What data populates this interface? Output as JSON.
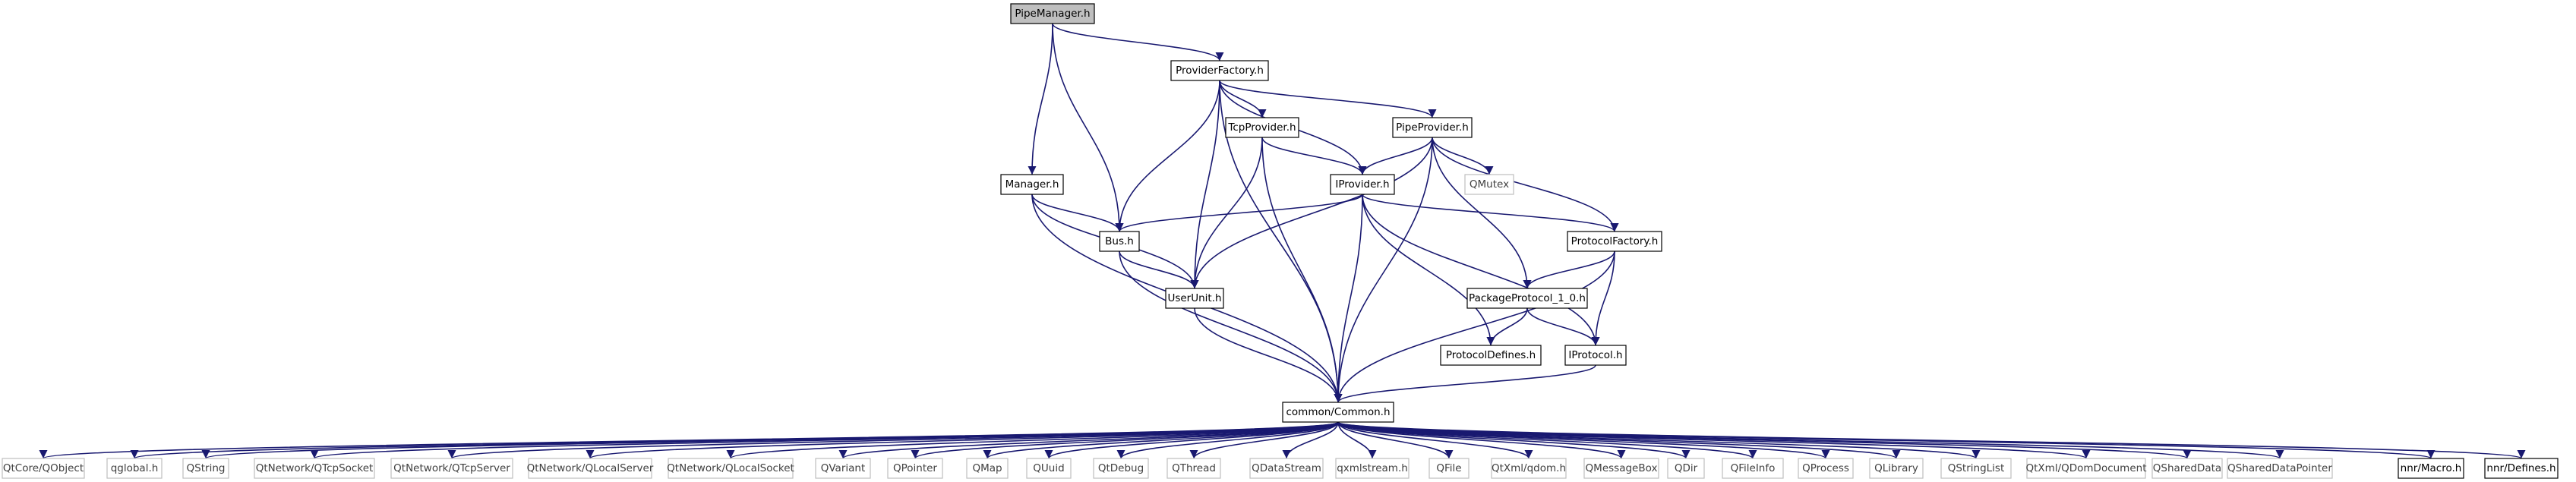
{
  "colors": {
    "edge": "#191970",
    "node_border": "#000000",
    "node_fill": "#ffffff",
    "root_fill": "#bfbfbf",
    "external_border": "#bfbfbf",
    "external_text": "#404040"
  },
  "nodes": [
    {
      "id": "PipeManager",
      "label": "PipeManager.h",
      "kind": "root"
    },
    {
      "id": "ProviderFactory",
      "label": "ProviderFactory.h",
      "kind": "file"
    },
    {
      "id": "TcpProvider",
      "label": "TcpProvider.h",
      "kind": "file"
    },
    {
      "id": "PipeProvider",
      "label": "PipeProvider.h",
      "kind": "file"
    },
    {
      "id": "Manager",
      "label": "Manager.h",
      "kind": "file"
    },
    {
      "id": "IProvider",
      "label": "IProvider.h",
      "kind": "file"
    },
    {
      "id": "QMutex",
      "label": "QMutex",
      "kind": "external"
    },
    {
      "id": "Bus",
      "label": "Bus.h",
      "kind": "file"
    },
    {
      "id": "ProtocolFactory",
      "label": "ProtocolFactory.h",
      "kind": "file"
    },
    {
      "id": "UserUnit",
      "label": "UserUnit.h",
      "kind": "file"
    },
    {
      "id": "PackageProtocol",
      "label": "PackageProtocol_1_0.h",
      "kind": "file"
    },
    {
      "id": "ProtocolDefines",
      "label": "ProtocolDefines.h",
      "kind": "file"
    },
    {
      "id": "IProtocol",
      "label": "IProtocol.h",
      "kind": "file"
    },
    {
      "id": "Common",
      "label": "common/Common.h",
      "kind": "file"
    },
    {
      "id": "QtCoreQObject",
      "label": "QtCore/QObject",
      "kind": "external"
    },
    {
      "id": "qglobal",
      "label": "qglobal.h",
      "kind": "external"
    },
    {
      "id": "QString",
      "label": "QString",
      "kind": "external"
    },
    {
      "id": "QTcpSocket",
      "label": "QtNetwork/QTcpSocket",
      "kind": "external"
    },
    {
      "id": "QTcpServer",
      "label": "QtNetwork/QTcpServer",
      "kind": "external"
    },
    {
      "id": "QLocalServer",
      "label": "QtNetwork/QLocalServer",
      "kind": "external"
    },
    {
      "id": "QLocalSocket",
      "label": "QtNetwork/QLocalSocket",
      "kind": "external"
    },
    {
      "id": "QVariant",
      "label": "QVariant",
      "kind": "external"
    },
    {
      "id": "QPointer",
      "label": "QPointer",
      "kind": "external"
    },
    {
      "id": "QMap",
      "label": "QMap",
      "kind": "external"
    },
    {
      "id": "QUuid",
      "label": "QUuid",
      "kind": "external"
    },
    {
      "id": "QtDebug",
      "label": "QtDebug",
      "kind": "external"
    },
    {
      "id": "QThread",
      "label": "QThread",
      "kind": "external"
    },
    {
      "id": "QDataStream",
      "label": "QDataStream",
      "kind": "external"
    },
    {
      "id": "qxmlstream",
      "label": "qxmlstream.h",
      "kind": "external"
    },
    {
      "id": "QFile",
      "label": "QFile",
      "kind": "external"
    },
    {
      "id": "qdom",
      "label": "QtXml/qdom.h",
      "kind": "external"
    },
    {
      "id": "QMessageBox",
      "label": "QMessageBox",
      "kind": "external"
    },
    {
      "id": "QDir",
      "label": "QDir",
      "kind": "external"
    },
    {
      "id": "QFileInfo",
      "label": "QFileInfo",
      "kind": "external"
    },
    {
      "id": "QProcess",
      "label": "QProcess",
      "kind": "external"
    },
    {
      "id": "QLibrary",
      "label": "QLibrary",
      "kind": "external"
    },
    {
      "id": "QStringList",
      "label": "QStringList",
      "kind": "external"
    },
    {
      "id": "QDomDocument",
      "label": "QtXml/QDomDocument",
      "kind": "external"
    },
    {
      "id": "QSharedData",
      "label": "QSharedData",
      "kind": "external"
    },
    {
      "id": "QSharedDataPointer",
      "label": "QSharedDataPointer",
      "kind": "external"
    },
    {
      "id": "Macro",
      "label": "nnr/Macro.h",
      "kind": "file"
    },
    {
      "id": "Defines",
      "label": "nnr/Defines.h",
      "kind": "file"
    }
  ],
  "edges": [
    [
      "PipeManager",
      "ProviderFactory"
    ],
    [
      "PipeManager",
      "Manager"
    ],
    [
      "PipeManager",
      "Bus"
    ],
    [
      "ProviderFactory",
      "TcpProvider"
    ],
    [
      "ProviderFactory",
      "PipeProvider"
    ],
    [
      "ProviderFactory",
      "IProvider"
    ],
    [
      "ProviderFactory",
      "Bus"
    ],
    [
      "ProviderFactory",
      "UserUnit"
    ],
    [
      "ProviderFactory",
      "Common"
    ],
    [
      "TcpProvider",
      "IProvider"
    ],
    [
      "TcpProvider",
      "UserUnit"
    ],
    [
      "TcpProvider",
      "Common"
    ],
    [
      "PipeProvider",
      "IProvider"
    ],
    [
      "PipeProvider",
      "QMutex"
    ],
    [
      "PipeProvider",
      "ProtocolFactory"
    ],
    [
      "PipeProvider",
      "PackageProtocol"
    ],
    [
      "PipeProvider",
      "UserUnit"
    ],
    [
      "PipeProvider",
      "Common"
    ],
    [
      "Manager",
      "Bus"
    ],
    [
      "Manager",
      "UserUnit"
    ],
    [
      "Manager",
      "Common"
    ],
    [
      "IProvider",
      "Bus"
    ],
    [
      "IProvider",
      "ProtocolFactory"
    ],
    [
      "IProvider",
      "ProtocolDefines"
    ],
    [
      "IProvider",
      "IProtocol"
    ],
    [
      "IProvider",
      "Common"
    ],
    [
      "Bus",
      "UserUnit"
    ],
    [
      "Bus",
      "Common"
    ],
    [
      "UserUnit",
      "Common"
    ],
    [
      "ProtocolFactory",
      "PackageProtocol"
    ],
    [
      "ProtocolFactory",
      "IProtocol"
    ],
    [
      "ProtocolFactory",
      "Common"
    ],
    [
      "PackageProtocol",
      "ProtocolDefines"
    ],
    [
      "PackageProtocol",
      "IProtocol"
    ],
    [
      "IProtocol",
      "Common"
    ],
    [
      "Common",
      "QtCoreQObject"
    ],
    [
      "Common",
      "qglobal"
    ],
    [
      "Common",
      "QString"
    ],
    [
      "Common",
      "QTcpSocket"
    ],
    [
      "Common",
      "QTcpServer"
    ],
    [
      "Common",
      "QLocalServer"
    ],
    [
      "Common",
      "QLocalSocket"
    ],
    [
      "Common",
      "QVariant"
    ],
    [
      "Common",
      "QPointer"
    ],
    [
      "Common",
      "QMap"
    ],
    [
      "Common",
      "QUuid"
    ],
    [
      "Common",
      "QtDebug"
    ],
    [
      "Common",
      "QThread"
    ],
    [
      "Common",
      "QDataStream"
    ],
    [
      "Common",
      "qxmlstream"
    ],
    [
      "Common",
      "QFile"
    ],
    [
      "Common",
      "qdom"
    ],
    [
      "Common",
      "QMessageBox"
    ],
    [
      "Common",
      "QDir"
    ],
    [
      "Common",
      "QFileInfo"
    ],
    [
      "Common",
      "QProcess"
    ],
    [
      "Common",
      "QLibrary"
    ],
    [
      "Common",
      "QStringList"
    ],
    [
      "Common",
      "QDomDocument"
    ],
    [
      "Common",
      "QSharedData"
    ],
    [
      "Common",
      "QSharedDataPointer"
    ],
    [
      "Common",
      "Macro"
    ],
    [
      "Common",
      "Defines"
    ]
  ]
}
